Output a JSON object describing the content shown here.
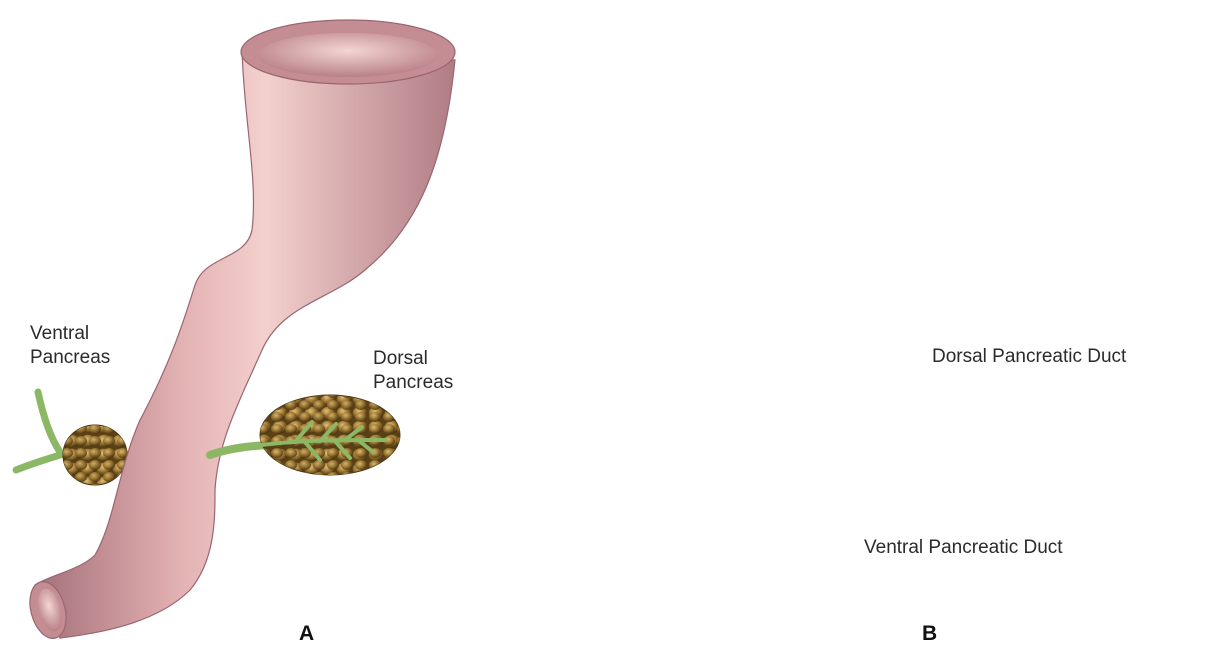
{
  "panel_a": {
    "letter": "A",
    "labels": {
      "ventral_line1": "Ventral",
      "ventral_line2": "Pancreas",
      "dorsal_line1": "Dorsal",
      "dorsal_line2": "Pancreas"
    }
  },
  "panel_b": {
    "letter": "B",
    "labels": {
      "dorsal_duct": "Dorsal Pancreatic Duct",
      "ventral_duct": "Ventral Pancreatic Duct"
    }
  },
  "colors": {
    "duodenum": "#d9a3a6",
    "duodenum_shade": "#a96f77",
    "duct": "#8cb865",
    "pancreas": "#8a6a2a",
    "background": "#ffffff"
  }
}
